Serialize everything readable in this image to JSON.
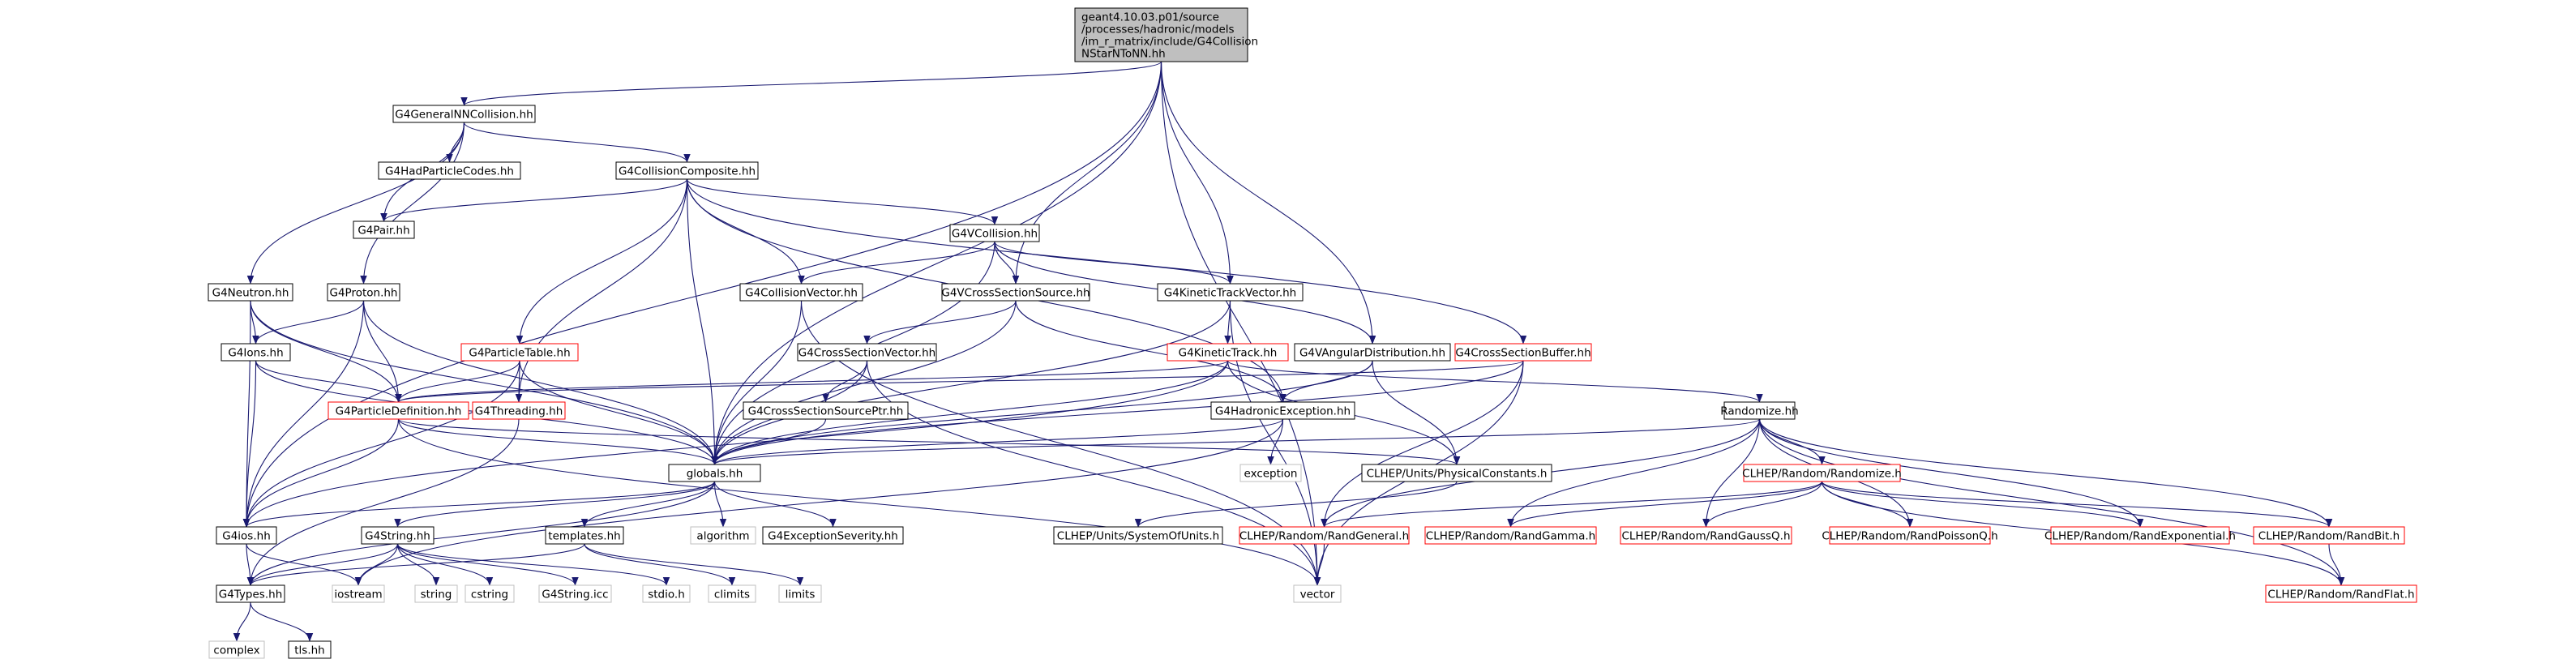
{
  "colors": {
    "edge": "#191970",
    "node_fill": "#ffffff",
    "root_fill": "#bfbfbf",
    "border_black": "#000000",
    "border_red": "#ff0000",
    "border_grey": "#bfbfbf"
  },
  "nodes": [
    {
      "id": "root",
      "lines": [
        "geant4.10.03.p01/source",
        "/processes/hadronic/models",
        "/im_r_matrix/include/G4Collision",
        "NStarNToNN.hh"
      ],
      "style": "root"
    },
    {
      "id": "gnn",
      "lines": [
        "G4GeneralNNCollision.hh"
      ],
      "style": "black"
    },
    {
      "id": "hpc",
      "lines": [
        "G4HadParticleCodes.hh"
      ],
      "style": "black"
    },
    {
      "id": "ccomp",
      "lines": [
        "G4CollisionComposite.hh"
      ],
      "style": "black"
    },
    {
      "id": "pair",
      "lines": [
        "G4Pair.hh"
      ],
      "style": "black"
    },
    {
      "id": "vcoll",
      "lines": [
        "G4VCollision.hh"
      ],
      "style": "black"
    },
    {
      "id": "neutron",
      "lines": [
        "G4Neutron.hh"
      ],
      "style": "black"
    },
    {
      "id": "proton",
      "lines": [
        "G4Proton.hh"
      ],
      "style": "black"
    },
    {
      "id": "collvec",
      "lines": [
        "G4CollisionVector.hh"
      ],
      "style": "black"
    },
    {
      "id": "vcss",
      "lines": [
        "G4VCrossSectionSource.hh"
      ],
      "style": "black"
    },
    {
      "id": "ktv",
      "lines": [
        "G4KineticTrackVector.hh"
      ],
      "style": "black"
    },
    {
      "id": "ions",
      "lines": [
        "G4Ions.hh"
      ],
      "style": "black"
    },
    {
      "id": "ptable",
      "lines": [
        "G4ParticleTable.hh"
      ],
      "style": "red"
    },
    {
      "id": "csv",
      "lines": [
        "G4CrossSectionVector.hh"
      ],
      "style": "black"
    },
    {
      "id": "ktrack",
      "lines": [
        "G4KineticTrack.hh"
      ],
      "style": "red"
    },
    {
      "id": "vang",
      "lines": [
        "G4VAngularDistribution.hh"
      ],
      "style": "black"
    },
    {
      "id": "csbuf",
      "lines": [
        "G4CrossSectionBuffer.hh"
      ],
      "style": "red"
    },
    {
      "id": "pdef",
      "lines": [
        "G4ParticleDefinition.hh"
      ],
      "style": "red"
    },
    {
      "id": "thread",
      "lines": [
        "G4Threading.hh"
      ],
      "style": "red"
    },
    {
      "id": "cssp",
      "lines": [
        "G4CrossSectionSourcePtr.hh"
      ],
      "style": "black"
    },
    {
      "id": "hexc",
      "lines": [
        "G4HadronicException.hh"
      ],
      "style": "black"
    },
    {
      "id": "randomize",
      "lines": [
        "Randomize.hh"
      ],
      "style": "black"
    },
    {
      "id": "globals",
      "lines": [
        "globals.hh"
      ],
      "style": "black"
    },
    {
      "id": "exception",
      "lines": [
        "exception"
      ],
      "style": "grey"
    },
    {
      "id": "physconst",
      "lines": [
        "CLHEP/Units/PhysicalConstants.h"
      ],
      "style": "black"
    },
    {
      "id": "clrand",
      "lines": [
        "CLHEP/Random/Randomize.h"
      ],
      "style": "red"
    },
    {
      "id": "g4ios",
      "lines": [
        "G4ios.hh"
      ],
      "style": "black"
    },
    {
      "id": "g4string",
      "lines": [
        "G4String.hh"
      ],
      "style": "black"
    },
    {
      "id": "templates",
      "lines": [
        "templates.hh"
      ],
      "style": "black"
    },
    {
      "id": "algorithm",
      "lines": [
        "algorithm"
      ],
      "style": "grey"
    },
    {
      "id": "excsev",
      "lines": [
        "G4ExceptionSeverity.hh"
      ],
      "style": "black"
    },
    {
      "id": "sysunits",
      "lines": [
        "CLHEP/Units/SystemOfUnits.h"
      ],
      "style": "black"
    },
    {
      "id": "randgen",
      "lines": [
        "CLHEP/Random/RandGeneral.h"
      ],
      "style": "red"
    },
    {
      "id": "randgamma",
      "lines": [
        "CLHEP/Random/RandGamma.h"
      ],
      "style": "red"
    },
    {
      "id": "randgaussq",
      "lines": [
        "CLHEP/Random/RandGaussQ.h"
      ],
      "style": "red"
    },
    {
      "id": "randpoisson",
      "lines": [
        "CLHEP/Random/RandPoissonQ.h"
      ],
      "style": "red"
    },
    {
      "id": "randexp",
      "lines": [
        "CLHEP/Random/RandExponential.h"
      ],
      "style": "red"
    },
    {
      "id": "randbit",
      "lines": [
        "CLHEP/Random/RandBit.h"
      ],
      "style": "red"
    },
    {
      "id": "g4types",
      "lines": [
        "G4Types.hh"
      ],
      "style": "black"
    },
    {
      "id": "iostream",
      "lines": [
        "iostream"
      ],
      "style": "grey"
    },
    {
      "id": "string",
      "lines": [
        "string"
      ],
      "style": "grey"
    },
    {
      "id": "cstring",
      "lines": [
        "cstring"
      ],
      "style": "grey"
    },
    {
      "id": "g4stringicc",
      "lines": [
        "G4String.icc"
      ],
      "style": "grey"
    },
    {
      "id": "stdio",
      "lines": [
        "stdio.h"
      ],
      "style": "grey"
    },
    {
      "id": "climits",
      "lines": [
        "climits"
      ],
      "style": "grey"
    },
    {
      "id": "limits",
      "lines": [
        "limits"
      ],
      "style": "grey"
    },
    {
      "id": "vector",
      "lines": [
        "vector"
      ],
      "style": "grey"
    },
    {
      "id": "randflat",
      "lines": [
        "CLHEP/Random/RandFlat.h"
      ],
      "style": "red"
    },
    {
      "id": "complex",
      "lines": [
        "complex"
      ],
      "style": "grey"
    },
    {
      "id": "tls",
      "lines": [
        "tls.hh"
      ],
      "style": "black"
    }
  ],
  "edges": [
    [
      "root",
      "gnn"
    ],
    [
      "root",
      "globals"
    ],
    [
      "root",
      "vcss"
    ],
    [
      "root",
      "ktv"
    ],
    [
      "root",
      "vang"
    ],
    [
      "root",
      "g4ios"
    ],
    [
      "root",
      "vector"
    ],
    [
      "gnn",
      "hpc"
    ],
    [
      "gnn",
      "ccomp"
    ],
    [
      "gnn",
      "pair"
    ],
    [
      "gnn",
      "neutron"
    ],
    [
      "gnn",
      "proton"
    ],
    [
      "ccomp",
      "pair"
    ],
    [
      "ccomp",
      "vcoll"
    ],
    [
      "ccomp",
      "collvec"
    ],
    [
      "ccomp",
      "ptable"
    ],
    [
      "ccomp",
      "thread"
    ],
    [
      "ccomp",
      "globals"
    ],
    [
      "ccomp",
      "hexc"
    ],
    [
      "ccomp",
      "csbuf"
    ],
    [
      "vcoll",
      "collvec"
    ],
    [
      "vcoll",
      "vcss"
    ],
    [
      "vcoll",
      "ktv"
    ],
    [
      "vcoll",
      "vang"
    ],
    [
      "vcoll",
      "globals"
    ],
    [
      "neutron",
      "ions"
    ],
    [
      "neutron",
      "pdef"
    ],
    [
      "neutron",
      "globals"
    ],
    [
      "neutron",
      "g4ios"
    ],
    [
      "proton",
      "ions"
    ],
    [
      "proton",
      "pdef"
    ],
    [
      "proton",
      "globals"
    ],
    [
      "proton",
      "g4ios"
    ],
    [
      "ions",
      "pdef"
    ],
    [
      "ions",
      "globals"
    ],
    [
      "ions",
      "g4ios"
    ],
    [
      "collvec",
      "globals"
    ],
    [
      "collvec",
      "vector"
    ],
    [
      "vcss",
      "csv"
    ],
    [
      "vcss",
      "globals"
    ],
    [
      "vcss",
      "hexc"
    ],
    [
      "ktv",
      "ktrack"
    ],
    [
      "ktv",
      "globals"
    ],
    [
      "ktv",
      "vector"
    ],
    [
      "ptable",
      "pdef"
    ],
    [
      "ptable",
      "thread"
    ],
    [
      "ptable",
      "globals"
    ],
    [
      "ptable",
      "g4ios"
    ],
    [
      "csv",
      "cssp"
    ],
    [
      "csv",
      "globals"
    ],
    [
      "csv",
      "vector"
    ],
    [
      "ktrack",
      "pdef"
    ],
    [
      "ktrack",
      "globals"
    ],
    [
      "ktrack",
      "physconst"
    ],
    [
      "ktrack",
      "randomize"
    ],
    [
      "ktrack",
      "g4ios"
    ],
    [
      "vang",
      "globals"
    ],
    [
      "vang",
      "hexc"
    ],
    [
      "vang",
      "physconst"
    ],
    [
      "csbuf",
      "pdef"
    ],
    [
      "csbuf",
      "globals"
    ],
    [
      "csbuf",
      "vector"
    ],
    [
      "csbuf",
      "randgen"
    ],
    [
      "pdef",
      "globals"
    ],
    [
      "pdef",
      "g4ios"
    ],
    [
      "pdef",
      "physconst"
    ],
    [
      "pdef",
      "vector"
    ],
    [
      "thread",
      "g4types"
    ],
    [
      "cssp",
      "globals"
    ],
    [
      "hexc",
      "globals"
    ],
    [
      "hexc",
      "exception"
    ],
    [
      "hexc",
      "iostream"
    ],
    [
      "randomize",
      "globals"
    ],
    [
      "randomize",
      "clrand"
    ],
    [
      "randomize",
      "randgen"
    ],
    [
      "randomize",
      "randgamma"
    ],
    [
      "randomize",
      "randgaussq"
    ],
    [
      "randomize",
      "randpoisson"
    ],
    [
      "randomize",
      "randexp"
    ],
    [
      "randomize",
      "randbit"
    ],
    [
      "randomize",
      "randflat"
    ],
    [
      "globals",
      "g4ios"
    ],
    [
      "globals",
      "g4string"
    ],
    [
      "globals",
      "templates"
    ],
    [
      "globals",
      "algorithm"
    ],
    [
      "globals",
      "excsev"
    ],
    [
      "globals",
      "g4types"
    ],
    [
      "physconst",
      "sysunits"
    ],
    [
      "clrand",
      "randgen"
    ],
    [
      "clrand",
      "randgamma"
    ],
    [
      "clrand",
      "randgaussq"
    ],
    [
      "clrand",
      "randpoisson"
    ],
    [
      "clrand",
      "randexp"
    ],
    [
      "clrand",
      "randbit"
    ],
    [
      "clrand",
      "randflat"
    ],
    [
      "g4ios",
      "g4types"
    ],
    [
      "g4ios",
      "iostream"
    ],
    [
      "g4string",
      "g4types"
    ],
    [
      "g4string",
      "iostream"
    ],
    [
      "g4string",
      "string"
    ],
    [
      "g4string",
      "cstring"
    ],
    [
      "g4string",
      "g4stringicc"
    ],
    [
      "g4string",
      "stdio"
    ],
    [
      "templates",
      "climits"
    ],
    [
      "templates",
      "limits"
    ],
    [
      "templates",
      "g4types"
    ],
    [
      "randgen",
      "vector"
    ],
    [
      "randbit",
      "randflat"
    ],
    [
      "g4types",
      "complex"
    ],
    [
      "g4types",
      "tls"
    ]
  ]
}
